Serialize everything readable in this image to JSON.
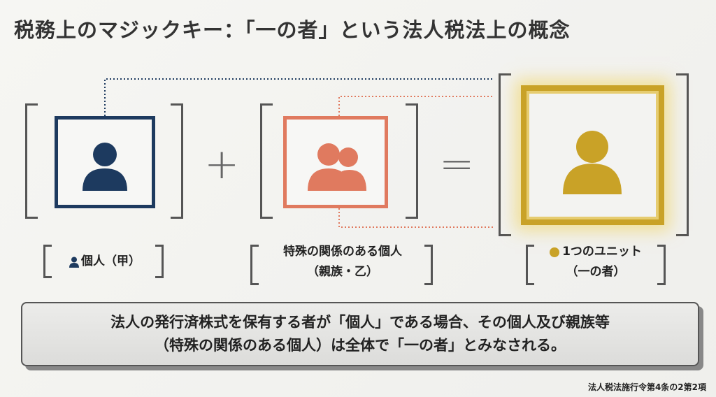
{
  "title": "税務上のマジックキー：「一の者」という法人税法上の概念",
  "operators": {
    "plus": "+",
    "equals": "="
  },
  "labels": {
    "individual": "個人（甲）",
    "relatives_line1": "特殊の関係のある個人",
    "relatives_line2": "（親族・乙）",
    "unit_line1": "1つのユニット",
    "unit_line2": "（一の者）"
  },
  "note": {
    "line1": "法人の発行済株式を保有する者が「個人」である場合、その個人及び親族等",
    "line2": "（特殊の関係のある個人）は全体で「一の者」とみなされる。"
  },
  "citation": "法人税法施行令第4条の2第2項",
  "colors": {
    "navy": "#1d3a5f",
    "coral": "#e07a5f",
    "gold": "#c9a227"
  }
}
